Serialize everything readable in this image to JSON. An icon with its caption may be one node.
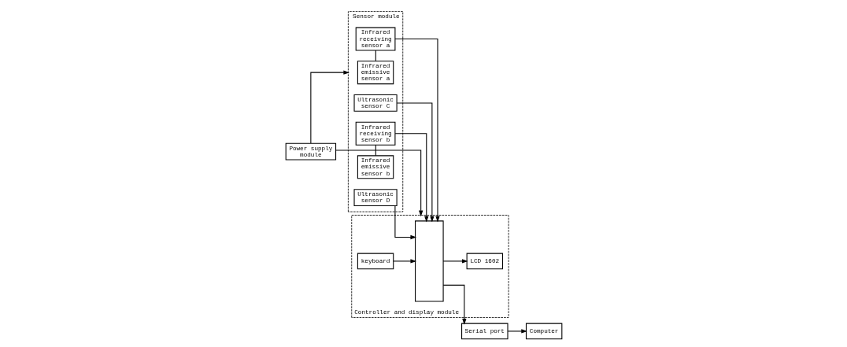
{
  "diagram": {
    "nodes": [
      {
        "text": [
          "Power supply module"
        ]
      },
      {
        "text": [
          "Sensor module"
        ]
      },
      {
        "text": [
          "Controller and display module"
        ]
      },
      {
        "text": [
          "Infrared emissive sensor a"
        ],
        "in": 1
      },
      {
        "text": [
          "Ultrasonic sensor C"
        ],
        "in": 1
      },
      {
        "text": [
          "Infrared emissive sensor b"
        ],
        "in": 1
      },
      {
        "text": [
          "Infrared receiving sensor a"
        ],
        "in": 1
      },
      {
        "text": [
          "Ultrasonic sensor D"
        ],
        "in": 1
      },
      {
        "text": [
          "Infrared receiving sensor b"
        ],
        "in": 1
      },
      {
        "text": [],
        "shape": "box",
        "in": 2
      },
      {
        "text": [
          "keyboard"
        ],
        "in": 2
      },
      {
        "text": [
          "LCD 1602"
        ],
        "in": 2
      },
      {
        "text": [
          "Computer"
        ]
      },
      {
        "text": [
          "Serial port"
        ]
      }
    ],
    "edges": [
      {
        "from": 0,
        "to": 1,
        "arrow": "to"
      },
      {
        "from": 0,
        "to": 2,
        "arrow": "to"
      },
      {
        "from": 3,
        "to": 6,
        "arrow": "none"
      },
      {
        "from": 5,
        "to": 8,
        "arrow": "none"
      },
      {
        "from": 4,
        "to": 9,
        "arrow": "to"
      },
      {
        "from": 6,
        "to": 9,
        "arrow": "to"
      },
      {
        "from": 7,
        "to": 9,
        "arrow": "to"
      },
      {
        "from": 8,
        "to": 9,
        "arrow": "to"
      },
      {
        "from": 10,
        "to": 9,
        "arrow": "to"
      },
      {
        "from": 9,
        "to": 11,
        "arrow": "to"
      },
      {
        "from": 9,
        "to": 13,
        "arrow": "to"
      },
      {
        "from": 13,
        "to": 12,
        "arrow": "to"
      }
    ]
  }
}
